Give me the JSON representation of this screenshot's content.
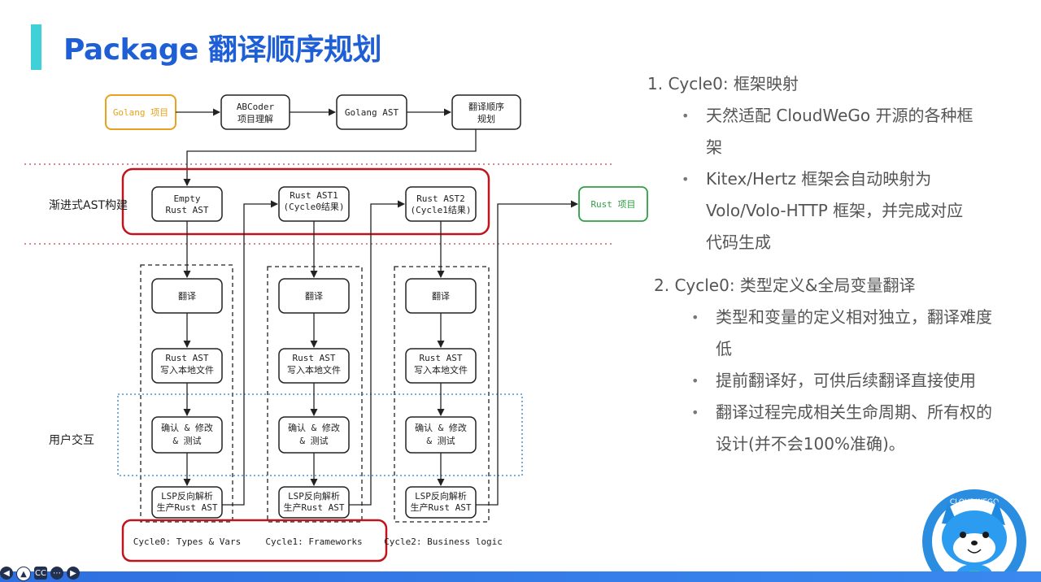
{
  "title": "Package 翻译顺序规划",
  "top_flow": {
    "golang_project": "Golang 项目",
    "abcoder_l1": "ABCoder",
    "abcoder_l2": "项目理解",
    "golang_ast": "Golang AST",
    "plan_l1": "翻译顺序",
    "plan_l2": "规划"
  },
  "ast_row": {
    "label": "渐进式AST构建",
    "empty_l1": "Empty",
    "empty_l2": "Rust AST",
    "ast1_l1": "Rust AST1",
    "ast1_l2": "(Cycle0结果)",
    "ast2_l1": "Rust AST2",
    "ast2_l2": "(Cycle1结果)",
    "rust_project": "Rust 项目"
  },
  "cycle_nodes": {
    "translate": "翻译",
    "rust_ast": "Rust AST",
    "write_local": "写入本地文件",
    "confirm_l1": "确认 & 修改",
    "confirm_l2": "& 测试",
    "lsp_l1": "LSP反向解析",
    "lsp_l2": "生产Rust AST"
  },
  "user_interaction_label": "用户交互",
  "cycles": [
    "Cycle0: Types & Vars",
    "Cycle1: Frameworks",
    "Cycle2: Business logic"
  ],
  "notes": {
    "sec1_title": "1. Cycle0: 框架映射",
    "sec1_items": [
      [
        "天然适配 CloudWeGo 开源的各种框",
        "架"
      ],
      [
        "Kitex/Hertz 框架会自动映射为",
        "Volo/Volo-HTTP 框架，并完成对应",
        "代码生成"
      ]
    ],
    "sec2_title": "2. Cycle0: 类型定义&全局变量翻译",
    "sec2_items": [
      [
        "类型和变量的定义相对独立，翻译难度",
        "低"
      ],
      [
        "提前翻译好，可供后续翻译直接使用"
      ],
      [
        "翻译过程完成相关生命周期、所有权的",
        "设计(并不会100%准确)。"
      ]
    ]
  },
  "mascot": {
    "ring_text": "CLOUDWEGO"
  },
  "colors": {
    "title": "#1f5fd6",
    "accent_bar": "#3fd0d8",
    "golang": "#e8a21c",
    "rust_project": "#2ea043",
    "highlight": "#c0141c",
    "dotted_blue": "#2f7fc4"
  }
}
